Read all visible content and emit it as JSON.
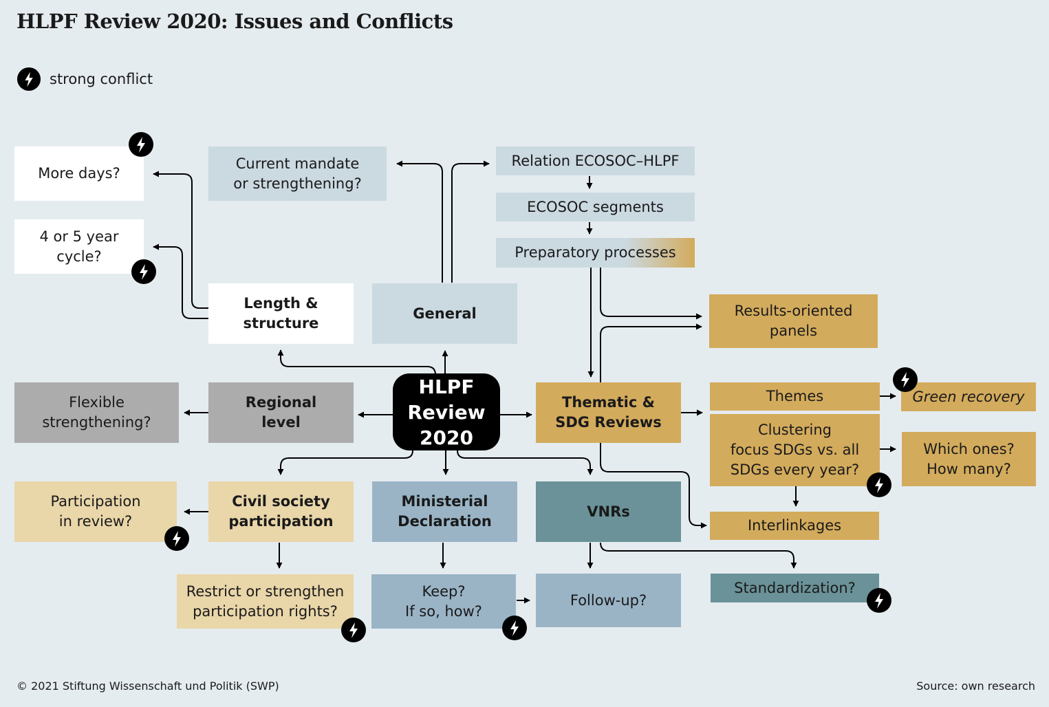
{
  "title": "HLPF Review 2020: Issues and Conflicts",
  "legend": {
    "icon": "lightning-bolt-icon",
    "label": "strong conflict"
  },
  "colors": {
    "background": "#e5ecf0",
    "center": "#000000",
    "white": "#ffffff",
    "light_blue": "#cbd9e1",
    "medium_blue": "#9ab4c6",
    "teal": "#6a9298",
    "gold": "#d3ab5c",
    "cream": "#e9d6a9",
    "grey": "#acacac"
  },
  "nodes": {
    "center": "HLPF\nReview\n2020",
    "more_days": "More days?",
    "cycle": "4 or 5 year\ncycle?",
    "current_mandate": "Current mandate\nor strengthening?",
    "relation": "Relation ECOSOC–HLPF",
    "ecosoc_segments": "ECOSOC segments",
    "preparatory": "Preparatory processes",
    "length": "Length &\nstructure",
    "general": "General",
    "results": "Results-oriented\npanels",
    "flexible": "Flexible\nstrengthening?",
    "regional": "Regional\nlevel",
    "thematic": "Thematic &\nSDG Reviews",
    "themes": "Themes",
    "green": "Green recovery",
    "clustering": "Clustering\nfocus SDGs vs. all\nSDGs every year?",
    "which": "Which ones?\nHow many?",
    "interlinkages": "Interlinkages",
    "participation_review": "Participation\nin review?",
    "civil": "Civil society\nparticipation",
    "ministerial": "Ministerial\nDeclaration",
    "vnrs": "VNRs",
    "standardization": "Standardization?",
    "restrict": "Restrict or strengthen\nparticipation rights?",
    "keep": "Keep?\nIf so, how?",
    "followup": "Follow-up?"
  },
  "conflicts": [
    "more_days",
    "cycle",
    "green",
    "clustering",
    "participation_review",
    "restrict",
    "keep",
    "standardization"
  ],
  "footer": {
    "copyright": "© 2021 Stiftung Wissenschaft und Politik (SWP)",
    "source": "Source: own research"
  }
}
